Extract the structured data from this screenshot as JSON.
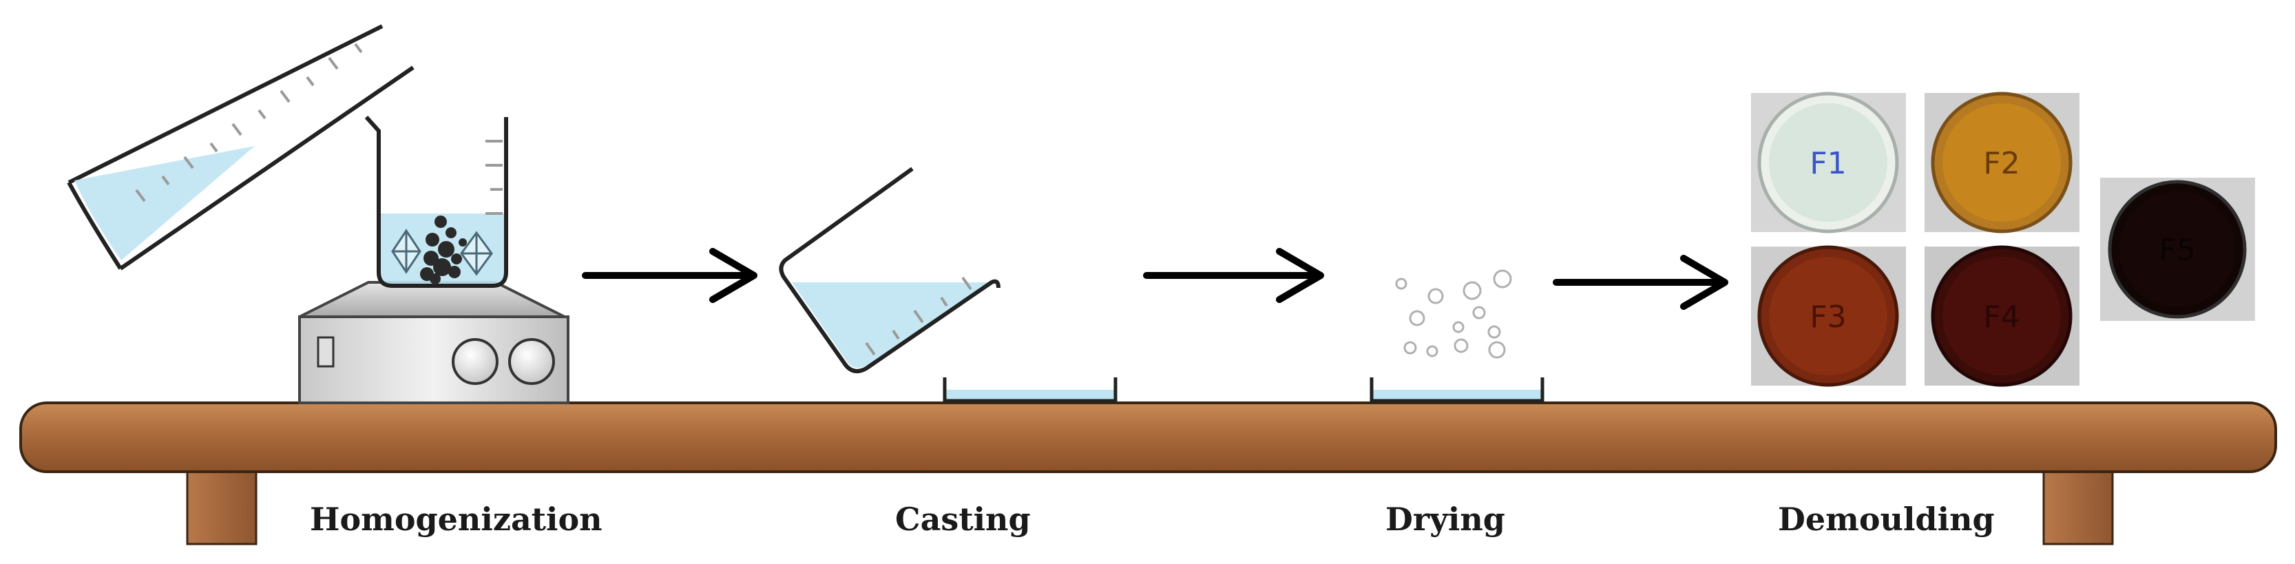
{
  "steps": {
    "homogenization": "Homogenization",
    "casting": "Casting",
    "drying": "Drying",
    "demoulding": "Demoulding"
  },
  "samples": [
    {
      "label": "F1",
      "color": "#d7e5dc",
      "text_color": "#3a55c8"
    },
    {
      "label": "F2",
      "color": "#c6861d",
      "text_color": "#6a3a08"
    },
    {
      "label": "F3",
      "color": "#8a2f12",
      "text_color": "#4a1205"
    },
    {
      "label": "F4",
      "color": "#4a0f0b",
      "text_color": "#2a0605"
    },
    {
      "label": "F5",
      "color": "#170807",
      "text_color": "#0a0303"
    }
  ],
  "colors": {
    "table_top": "#a8683a",
    "table_legs": "#a8683a",
    "liquid": "#bfe4f2",
    "arrow": "#000000"
  }
}
